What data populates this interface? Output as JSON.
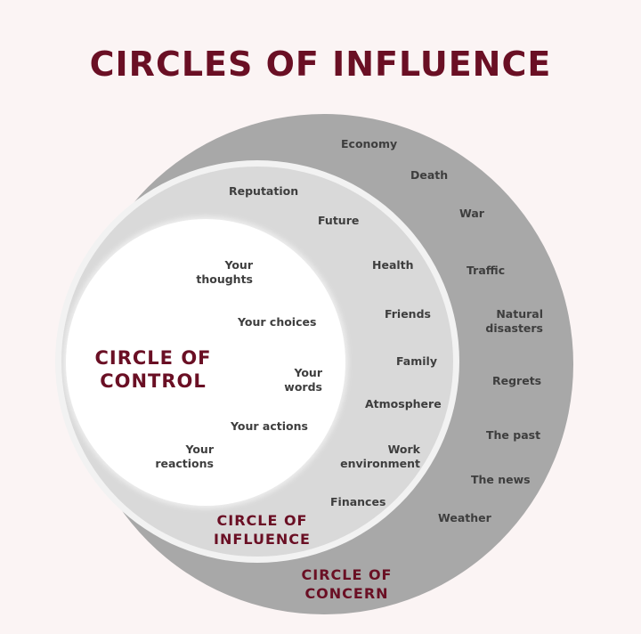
{
  "title": "CIRCLES OF INFLUENCE",
  "colors": {
    "background": "#fbf4f4",
    "title": "#6a0f24",
    "circle_of_concern": "#a8a8a8",
    "circle_of_influence": "#d9d9d9",
    "circle_of_control": "#ffffff",
    "label_text": "#3e3e3e"
  },
  "circles": {
    "control": {
      "heading_line1": "CIRCLE OF",
      "heading_line2": "CONTROL",
      "items": [
        {
          "line1": "Your",
          "line2": "thoughts"
        },
        {
          "line1": "Your choices"
        },
        {
          "line1": "Your",
          "line2": "words"
        },
        {
          "line1": "Your actions"
        },
        {
          "line1": "Your",
          "line2": "reactions"
        }
      ]
    },
    "influence": {
      "heading_line1": "CIRCLE OF",
      "heading_line2": "INFLUENCE",
      "items": [
        {
          "line1": "Reputation"
        },
        {
          "line1": "Future"
        },
        {
          "line1": "Health"
        },
        {
          "line1": "Friends"
        },
        {
          "line1": "Family"
        },
        {
          "line1": "Atmosphere"
        },
        {
          "line1": "Work",
          "line2": "environment"
        },
        {
          "line1": "Finances"
        }
      ]
    },
    "concern": {
      "heading_line1": "CIRCLE OF",
      "heading_line2": "CONCERN",
      "items": [
        {
          "line1": "Economy"
        },
        {
          "line1": "Death"
        },
        {
          "line1": "War"
        },
        {
          "line1": "Traffic"
        },
        {
          "line1": "Natural",
          "line2": "disasters"
        },
        {
          "line1": "Regrets"
        },
        {
          "line1": "The past"
        },
        {
          "line1": "The news"
        },
        {
          "line1": "Weather"
        }
      ]
    }
  }
}
